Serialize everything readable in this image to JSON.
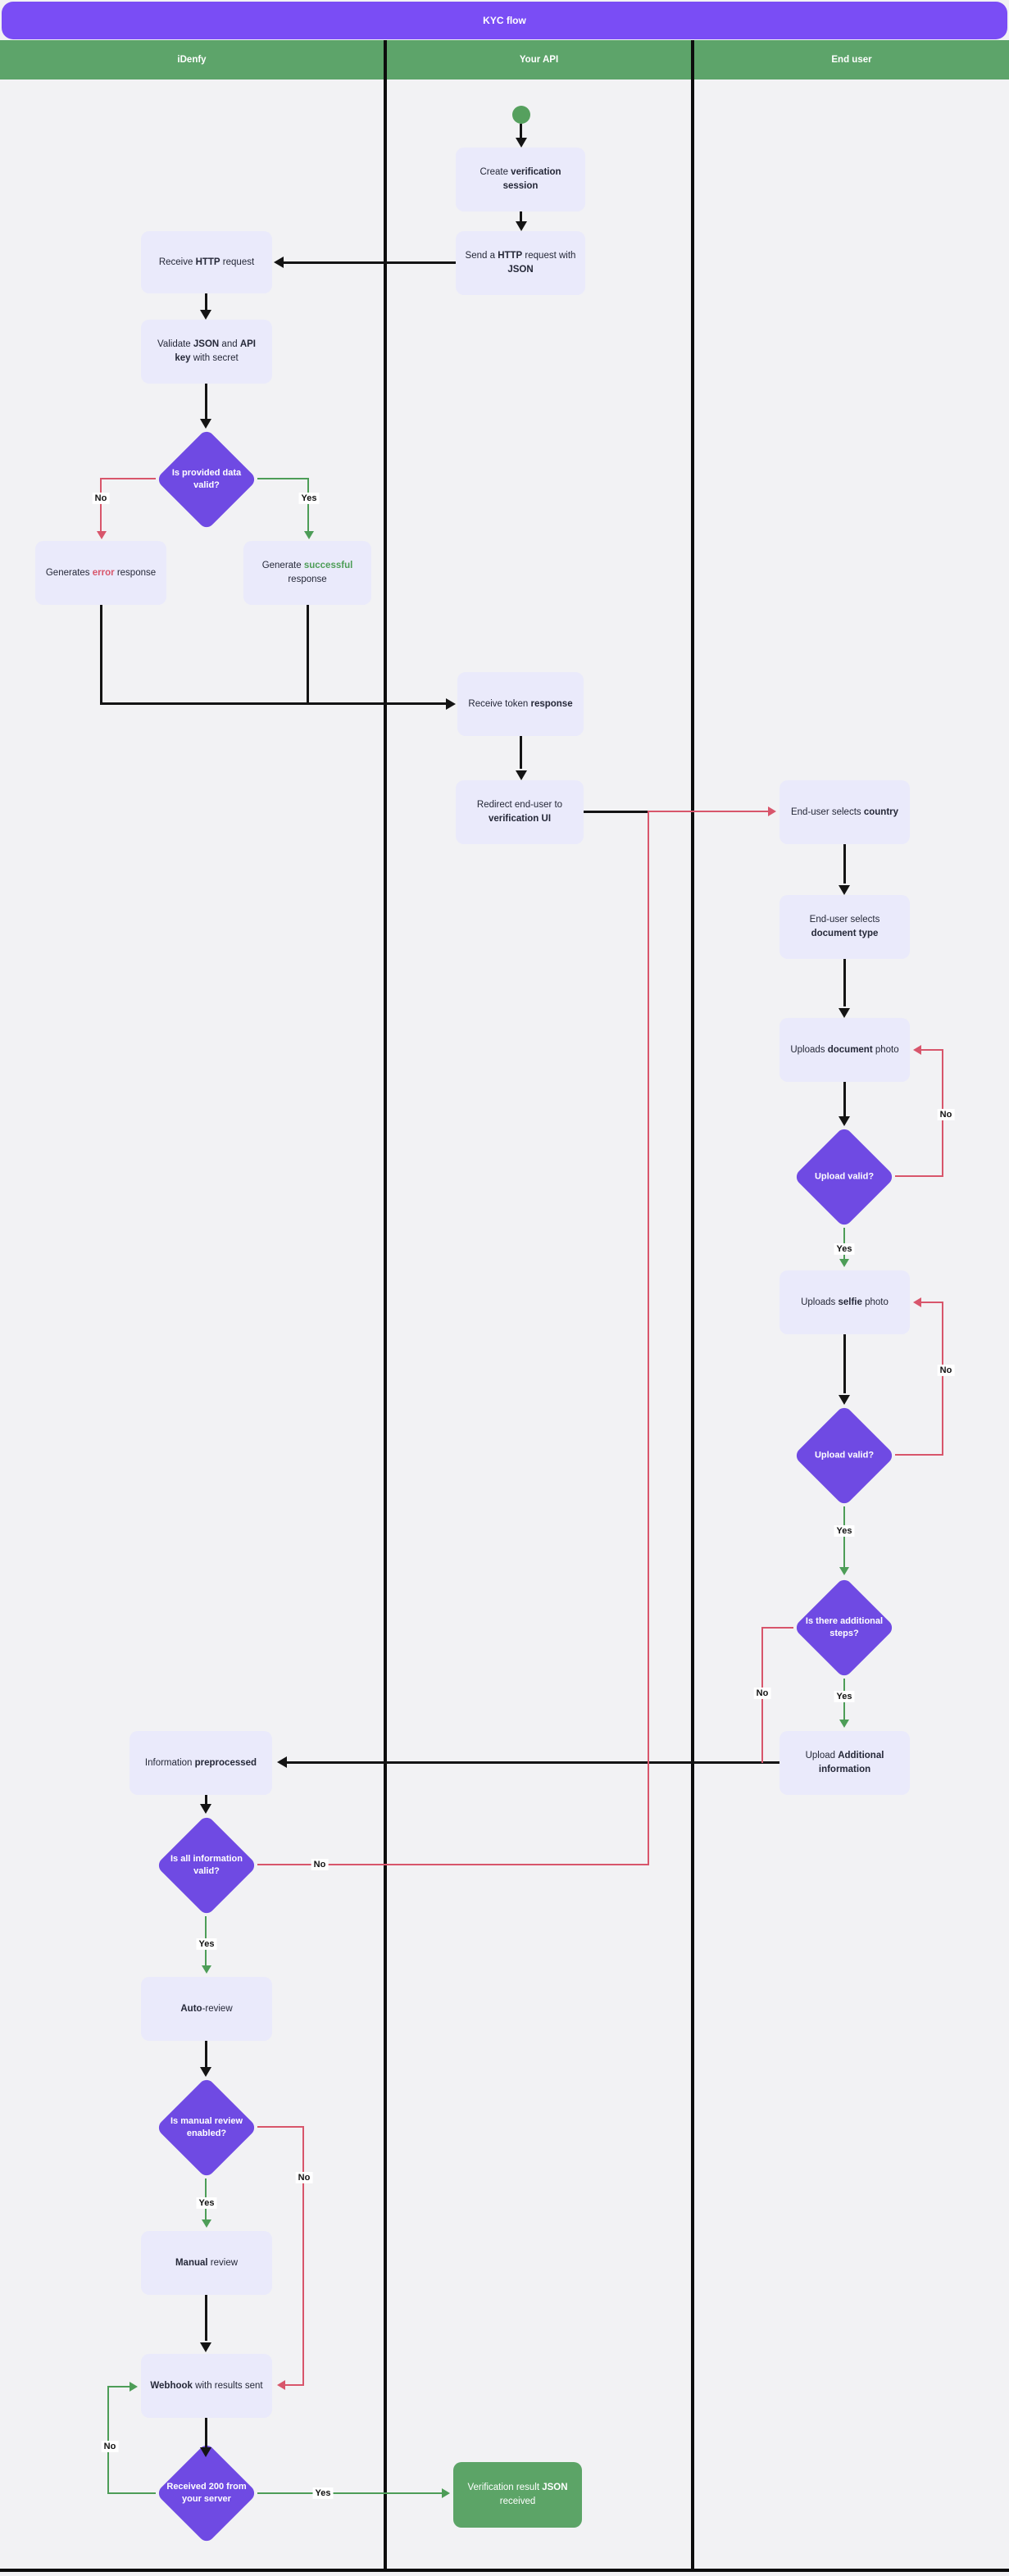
{
  "title": "KYC flow",
  "lanes": [
    {
      "label": "iDenfy"
    },
    {
      "label": "Your API"
    },
    {
      "label": "End user"
    }
  ],
  "labels": {
    "yes": "Yes",
    "no": "No"
  },
  "colors": {
    "title_bar": "#7a4df5",
    "lane_header": "#5da46a",
    "diamond": "#6f4ae3",
    "node_fill": "#eaeafb",
    "success_green": "#4d9d57",
    "error_red": "#d8566b",
    "final_box_green": "#5ca467",
    "line_black": "#141414",
    "background": "#f2f2f4"
  },
  "nodes": {
    "create_session": {
      "segments": [
        {
          "t": "Create "
        },
        {
          "t": "verification session",
          "b": true
        }
      ]
    },
    "send_http": {
      "segments": [
        {
          "t": "Send a "
        },
        {
          "t": "HTTP",
          "b": true
        },
        {
          "t": " request with "
        },
        {
          "t": "JSON",
          "b": true
        }
      ]
    },
    "receive_http": {
      "segments": [
        {
          "t": "Receive "
        },
        {
          "t": "HTTP",
          "b": true
        },
        {
          "t": " request"
        }
      ]
    },
    "validate": {
      "segments": [
        {
          "t": "Validate "
        },
        {
          "t": "JSON",
          "b": true
        },
        {
          "t": " and "
        },
        {
          "t": "API key",
          "b": true
        },
        {
          "t": " with secret"
        }
      ]
    },
    "d_provided_valid": {
      "segments": [
        {
          "t": "Is provided data valid?",
          "b": true
        }
      ]
    },
    "gen_error": {
      "segments": [
        {
          "t": "Generates "
        },
        {
          "t": "error",
          "b": true,
          "c": "#d8566b"
        },
        {
          "t": " response"
        }
      ]
    },
    "gen_success": {
      "segments": [
        {
          "t": "Generate "
        },
        {
          "t": "successful",
          "b": true,
          "c": "#4d9d57"
        },
        {
          "t": " response"
        }
      ]
    },
    "receive_token": {
      "segments": [
        {
          "t": "Receive token "
        },
        {
          "t": "response",
          "b": true
        }
      ]
    },
    "redirect": {
      "segments": [
        {
          "t": "Redirect end-user to "
        },
        {
          "t": "verification UI",
          "b": true
        }
      ]
    },
    "select_country": {
      "segments": [
        {
          "t": "End-user selects "
        },
        {
          "t": "country",
          "b": true
        }
      ]
    },
    "select_doctype": {
      "segments": [
        {
          "t": "End-user selects "
        },
        {
          "t": "document type",
          "b": true
        }
      ]
    },
    "upload_document": {
      "segments": [
        {
          "t": "Uploads "
        },
        {
          "t": "document",
          "b": true
        },
        {
          "t": " photo"
        }
      ]
    },
    "d_upload_valid_1": {
      "segments": [
        {
          "t": "Upload valid?",
          "b": true
        }
      ]
    },
    "upload_selfie": {
      "segments": [
        {
          "t": "Uploads "
        },
        {
          "t": "selfie",
          "b": true
        },
        {
          "t": " photo"
        }
      ]
    },
    "d_upload_valid_2": {
      "segments": [
        {
          "t": "Upload valid?",
          "b": true
        }
      ]
    },
    "d_additional_steps": {
      "segments": [
        {
          "t": "Is there additional steps?",
          "b": true
        }
      ]
    },
    "upload_additional": {
      "segments": [
        {
          "t": "Upload "
        },
        {
          "t": "Additional information",
          "b": true
        }
      ]
    },
    "info_preprocessed": {
      "segments": [
        {
          "t": "Information "
        },
        {
          "t": "preprocessed",
          "b": true
        }
      ]
    },
    "d_all_info_valid": {
      "segments": [
        {
          "t": "Is all information valid?",
          "b": true
        }
      ]
    },
    "auto_review": {
      "segments": [
        {
          "t": "Auto",
          "b": true
        },
        {
          "t": "-review"
        }
      ]
    },
    "d_manual_enabled": {
      "segments": [
        {
          "t": "Is manual review enabled?",
          "b": true
        }
      ]
    },
    "manual_review": {
      "segments": [
        {
          "t": "Manual",
          "b": true
        },
        {
          "t": " review"
        }
      ]
    },
    "webhook": {
      "segments": [
        {
          "t": "Webhook",
          "b": true
        },
        {
          "t": " with results sent"
        }
      ]
    },
    "d_received_200": {
      "segments": [
        {
          "t": "Received "
        },
        {
          "t": "200",
          "b": true
        },
        {
          "t": " from your server"
        }
      ]
    },
    "result_received": {
      "segments": [
        {
          "t": "Verification result "
        },
        {
          "t": "JSON",
          "b": true
        },
        {
          "t": " received"
        }
      ]
    }
  }
}
